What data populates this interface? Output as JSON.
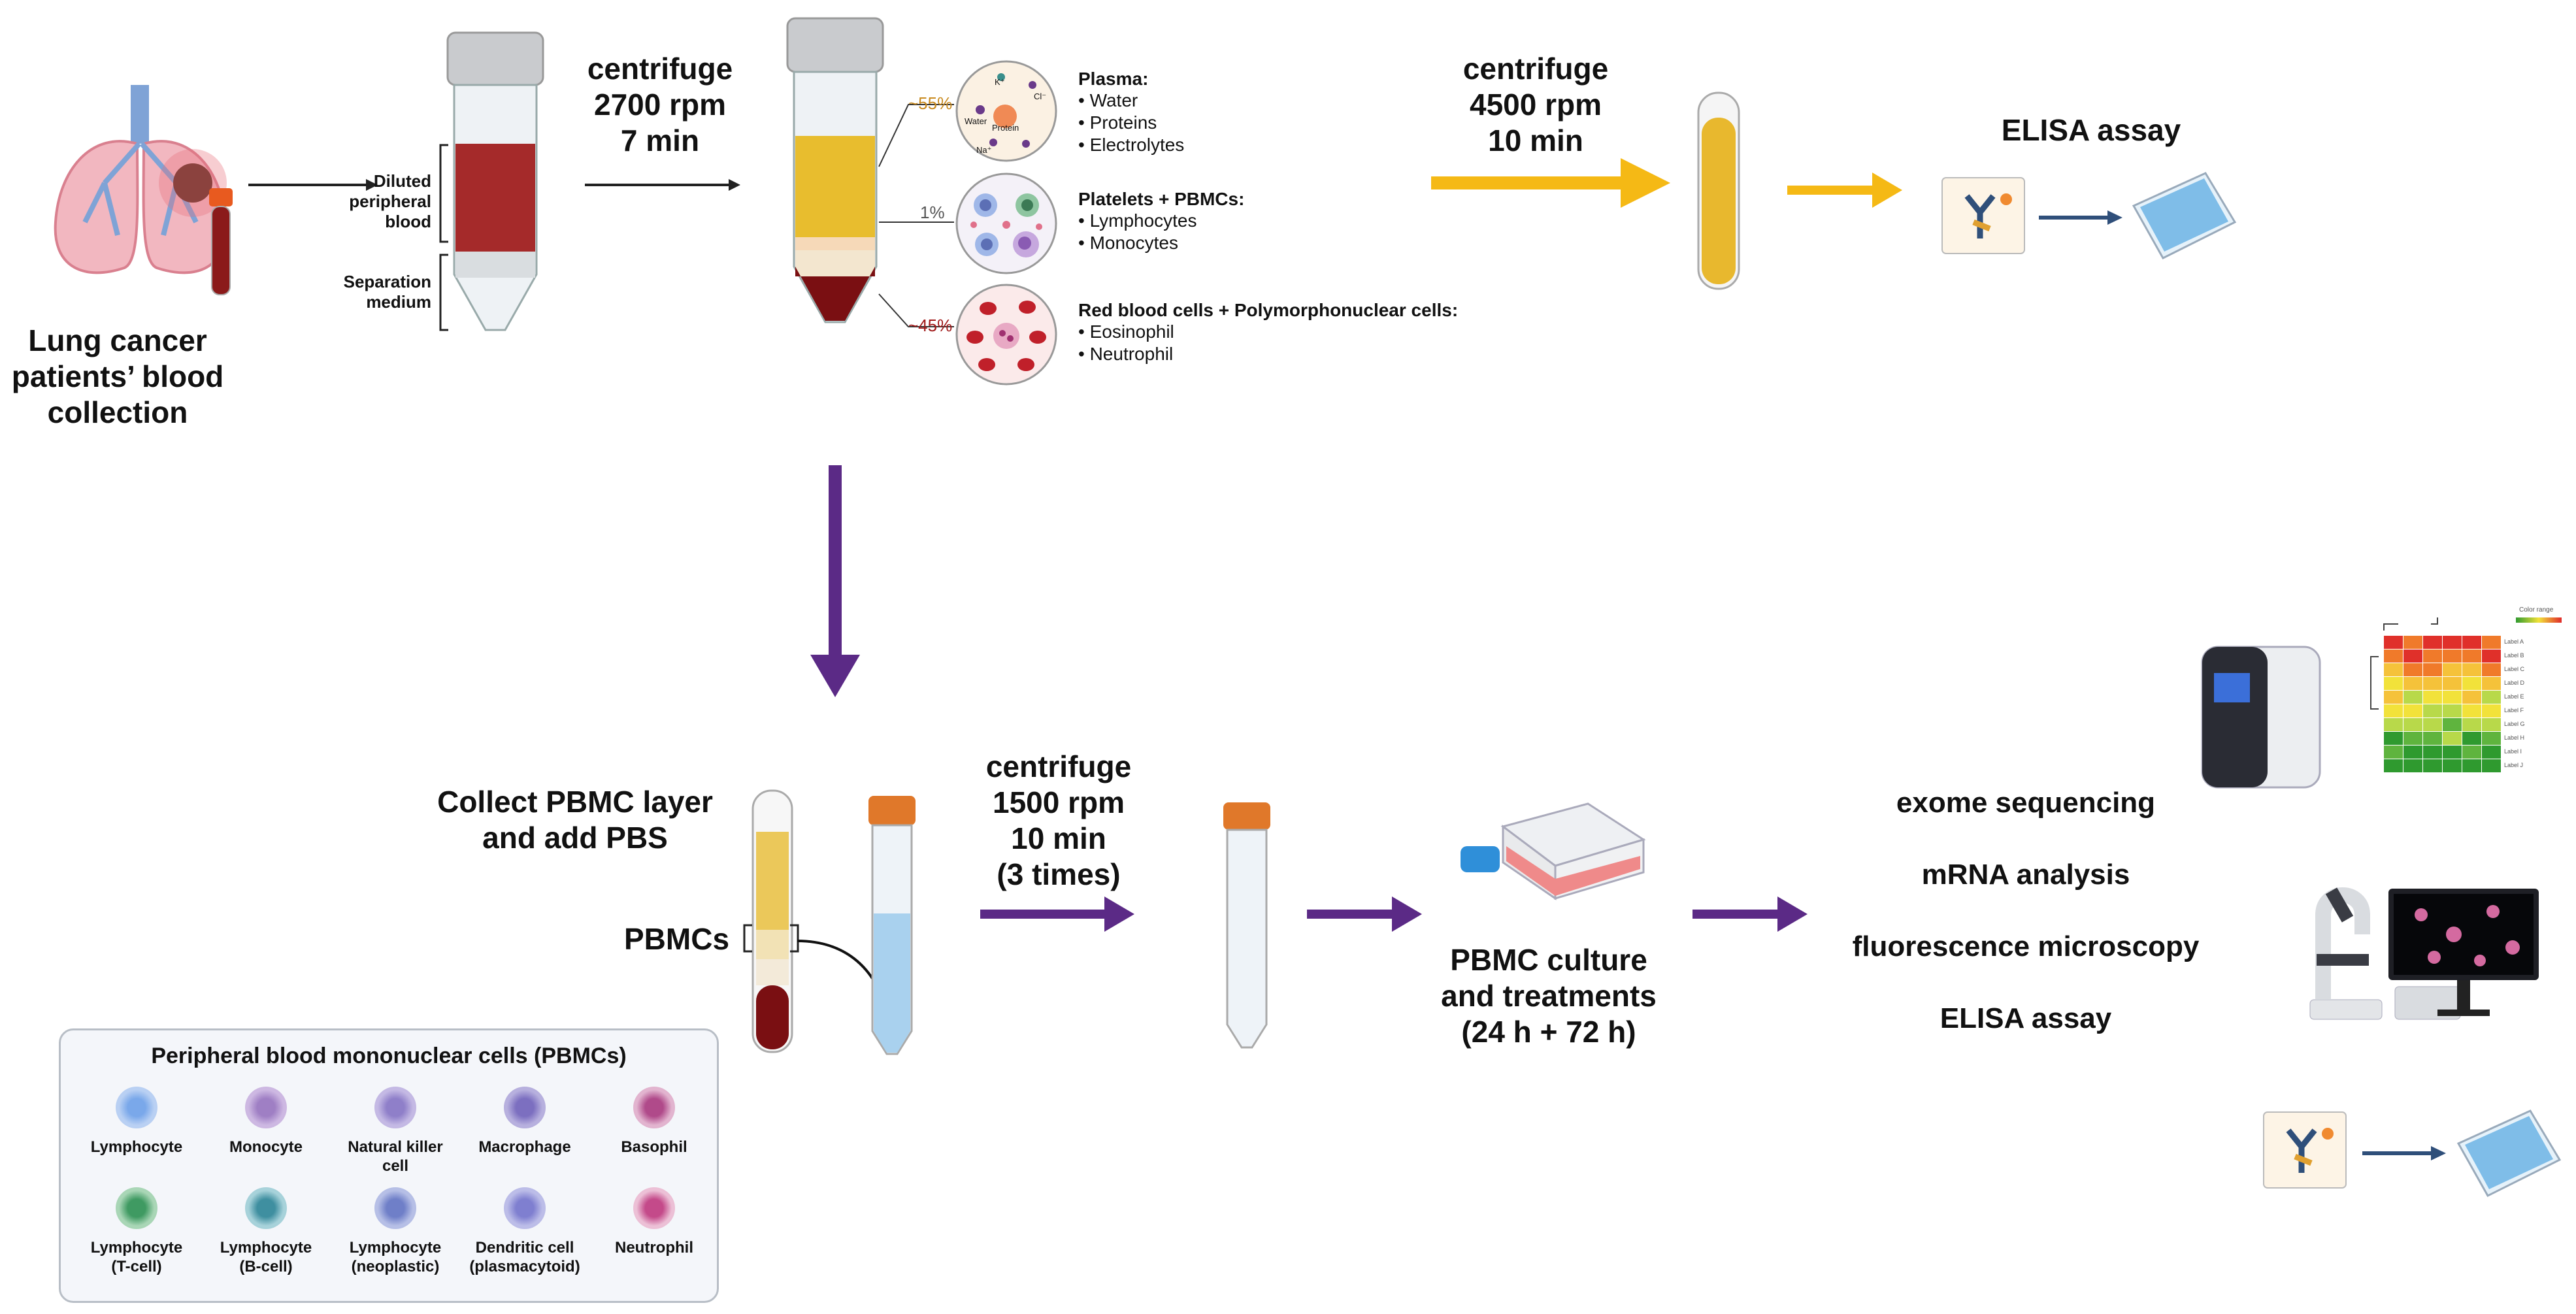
{
  "step_collection": {
    "line1": "Lung cancer",
    "line2": "patients’ blood",
    "line3": "collection"
  },
  "tube1_labels": {
    "diluted1": "Diluted",
    "diluted2": "peripheral",
    "diluted3": "blood",
    "sep1": "Separation",
    "sep2": "medium"
  },
  "centrifuge1": {
    "line1": "centrifuge",
    "line2": "2700 rpm",
    "line3": "7 min"
  },
  "tube2_percents": {
    "plasma": "~55%",
    "buffy": "1%",
    "rbc": "~45%"
  },
  "plasma_icon_labels": {
    "k": "K⁺",
    "cl": "Cl⁻",
    "water": "Water",
    "protein": "Protein",
    "na": "Na⁺"
  },
  "layers": {
    "plasma": {
      "title": "Plasma:",
      "items": [
        "• Water",
        "• Proteins",
        "• Electrolytes"
      ]
    },
    "platelets": {
      "title": "Platelets + PBMCs:",
      "items": [
        "• Lymphocytes",
        "• Monocytes"
      ]
    },
    "rbc": {
      "title": "Red blood cells + Polymorphonuclear cells:",
      "items": [
        "• Eosinophil",
        "• Neutrophil"
      ]
    }
  },
  "centrifuge2": {
    "line1": "centrifuge",
    "line2": "4500 rpm",
    "line3": "10 min"
  },
  "elisa_top": "ELISA assay",
  "collect_pbmc": {
    "line1": "Collect PBMC layer",
    "line2": "and add PBS"
  },
  "pbmcs_label": "PBMCs",
  "centrifuge3": {
    "line1": "centrifuge",
    "line2": "1500 rpm",
    "line3": "10 min",
    "line4": "(3 times)"
  },
  "culture": {
    "line1": "PBMC culture",
    "line2": "and treatments",
    "line3": "(24 h + 72 h)"
  },
  "methods": [
    "exome sequencing",
    "mRNA analysis",
    "fluorescence microscopy",
    "ELISA assay"
  ],
  "pbmc_box": {
    "title": "Peripheral blood mononuclear cells (PBMCs)",
    "row1": [
      {
        "l1": "Lymphocyte",
        "l2": ""
      },
      {
        "l1": "Monocyte",
        "l2": ""
      },
      {
        "l1": "Natural killer cell",
        "l2": ""
      },
      {
        "l1": "Macrophage",
        "l2": ""
      },
      {
        "l1": "Basophil",
        "l2": ""
      }
    ],
    "row2": [
      {
        "l1": "Lymphocyte",
        "l2": "(T-cell)"
      },
      {
        "l1": "Lymphocyte",
        "l2": "(B-cell)"
      },
      {
        "l1": "Lymphocyte",
        "l2": "(neoplastic)"
      },
      {
        "l1": "Dendritic cell",
        "l2": "(plasmacytoid)"
      },
      {
        "l1": "Neutrophil",
        "l2": ""
      }
    ]
  },
  "heatmap_labels": {
    "legend": "Color range",
    "rows": [
      "Label A",
      "Label B",
      "Label C",
      "Label D",
      "Label E",
      "Label F",
      "Label G",
      "Label H",
      "Label I",
      "Label J"
    ]
  },
  "colors": {
    "arrow_black": "#222222",
    "arrow_gold": "#f5b915",
    "arrow_purple": "#5b2a86",
    "arrow_blue": "#2f4f7a",
    "blood": "#8b1a1a",
    "plasma": "#e8bd2e"
  }
}
